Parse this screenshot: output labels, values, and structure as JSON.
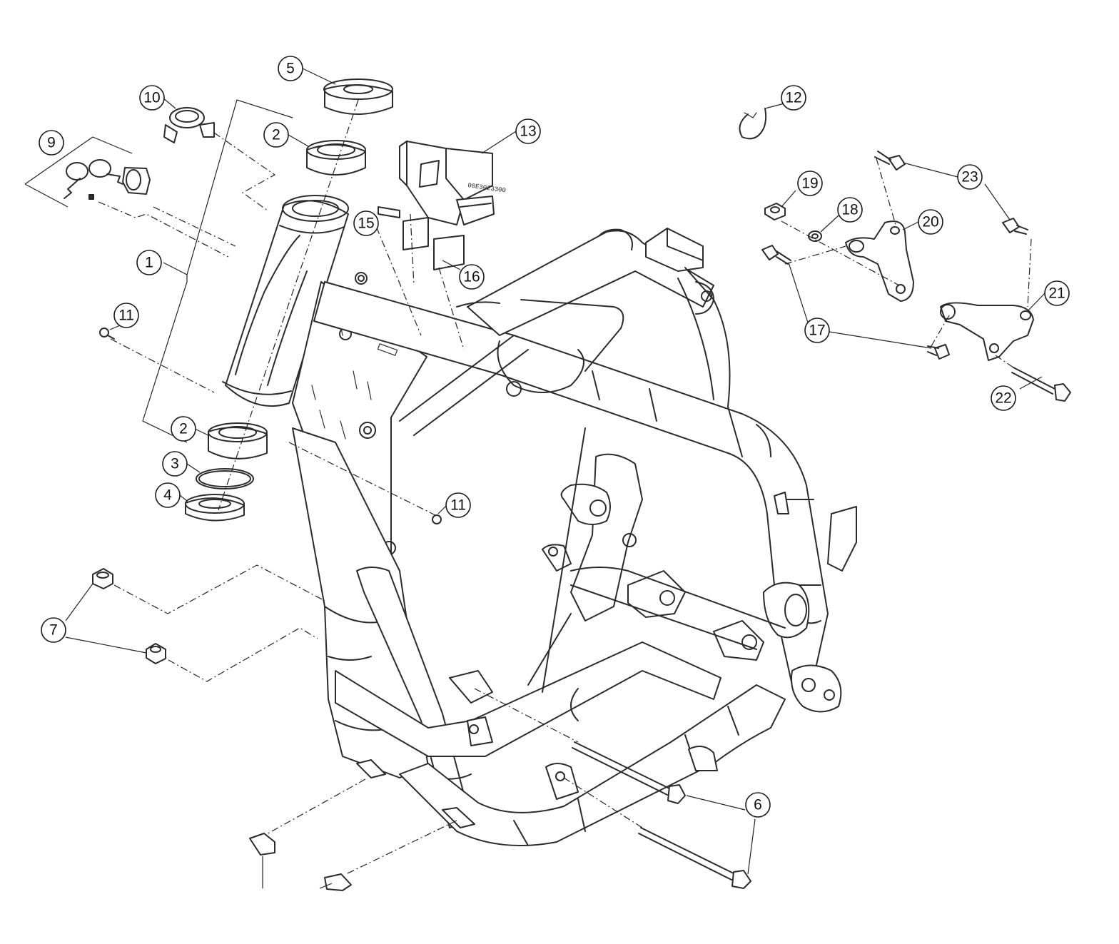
{
  "callouts": [
    {
      "id": "c1",
      "label": "1"
    },
    {
      "id": "c2a",
      "label": "2"
    },
    {
      "id": "c2b",
      "label": "2"
    },
    {
      "id": "c3",
      "label": "3"
    },
    {
      "id": "c4",
      "label": "4"
    },
    {
      "id": "c5",
      "label": "5"
    },
    {
      "id": "c6",
      "label": "6"
    },
    {
      "id": "c7",
      "label": "7"
    },
    {
      "id": "c9",
      "label": "9"
    },
    {
      "id": "c10",
      "label": "10"
    },
    {
      "id": "c11a",
      "label": "11"
    },
    {
      "id": "c11b",
      "label": "11"
    },
    {
      "id": "c12",
      "label": "12"
    },
    {
      "id": "c13",
      "label": "13"
    },
    {
      "id": "c15",
      "label": "15"
    },
    {
      "id": "c16",
      "label": "16"
    },
    {
      "id": "c17",
      "label": "17"
    },
    {
      "id": "c18",
      "label": "18"
    },
    {
      "id": "c19",
      "label": "19"
    },
    {
      "id": "c20",
      "label": "20"
    },
    {
      "id": "c21",
      "label": "21"
    },
    {
      "id": "c22",
      "label": "22"
    },
    {
      "id": "c23",
      "label": "23"
    }
  ],
  "part_stamp": "00E3023300"
}
